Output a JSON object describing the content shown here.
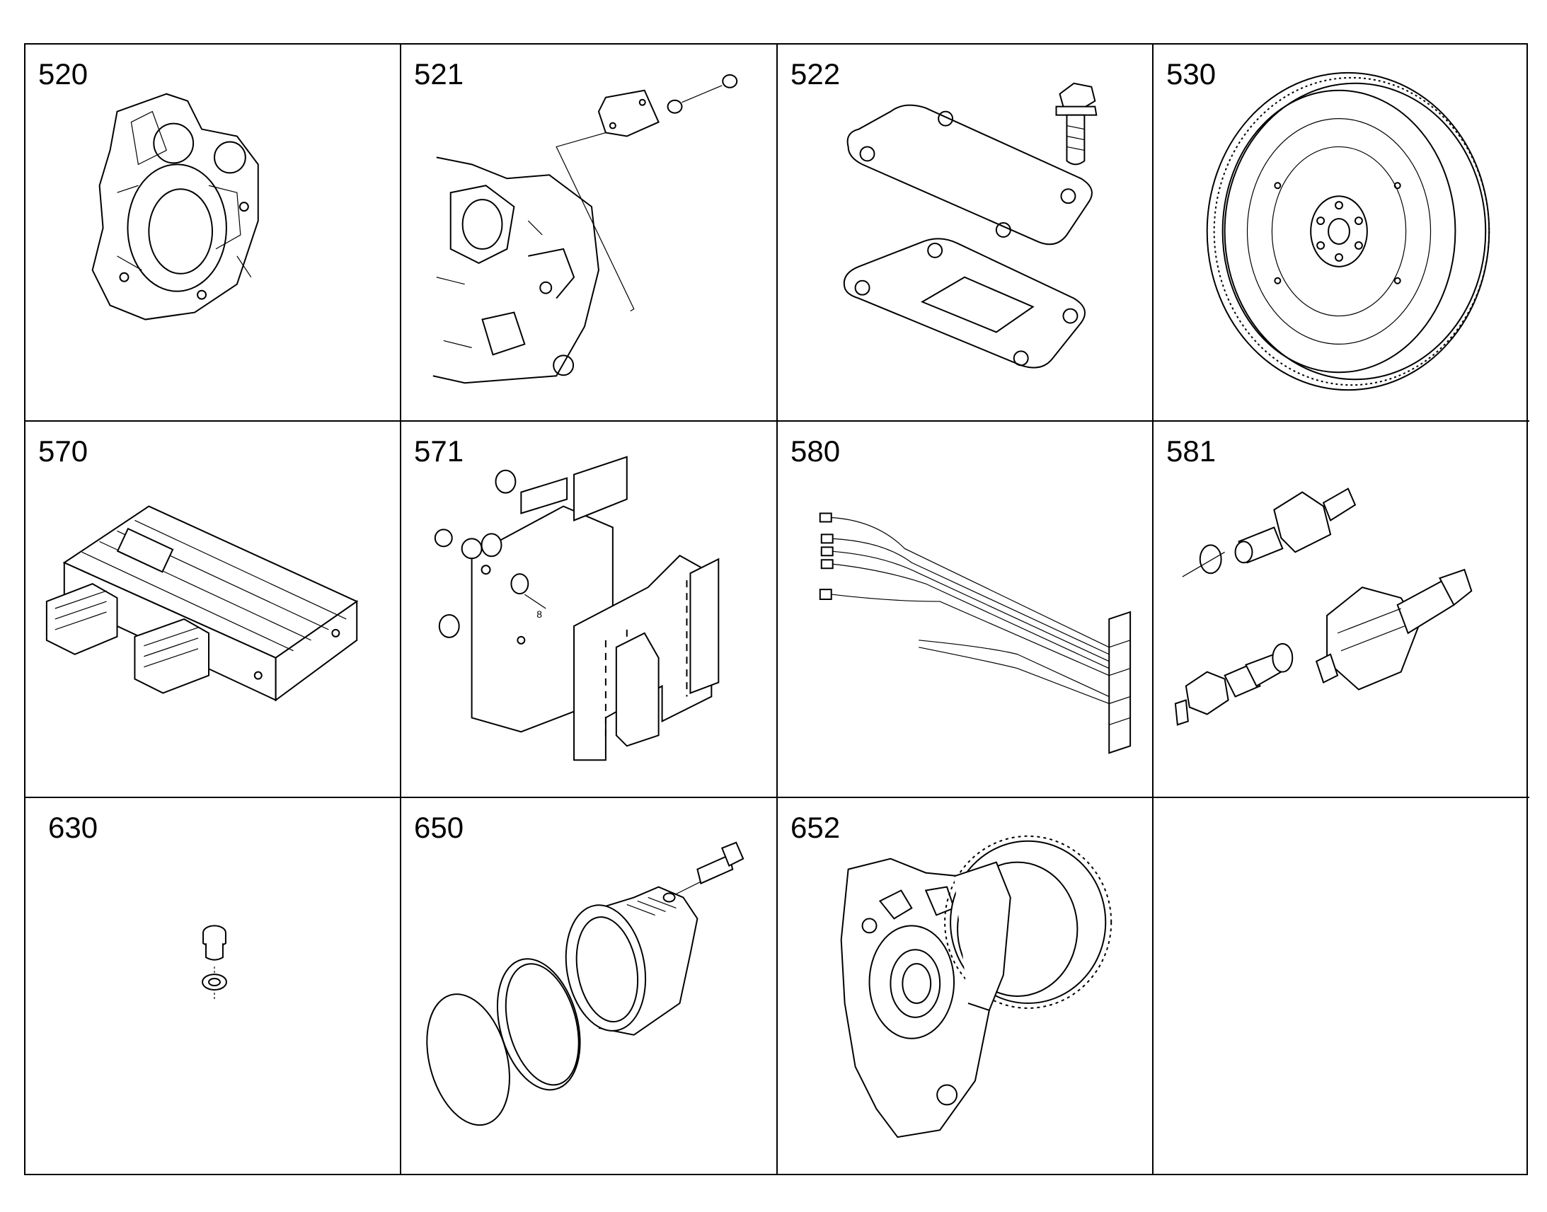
{
  "cells": [
    {
      "id": "520"
    },
    {
      "id": "521"
    },
    {
      "id": "522"
    },
    {
      "id": "530"
    },
    {
      "id": "570"
    },
    {
      "id": "571"
    },
    {
      "id": "580"
    },
    {
      "id": "581"
    },
    {
      "id": "630"
    },
    {
      "id": "650"
    },
    {
      "id": "652"
    },
    {
      "id": ""
    }
  ],
  "callouts": {
    "cell_571_screw": "8"
  }
}
